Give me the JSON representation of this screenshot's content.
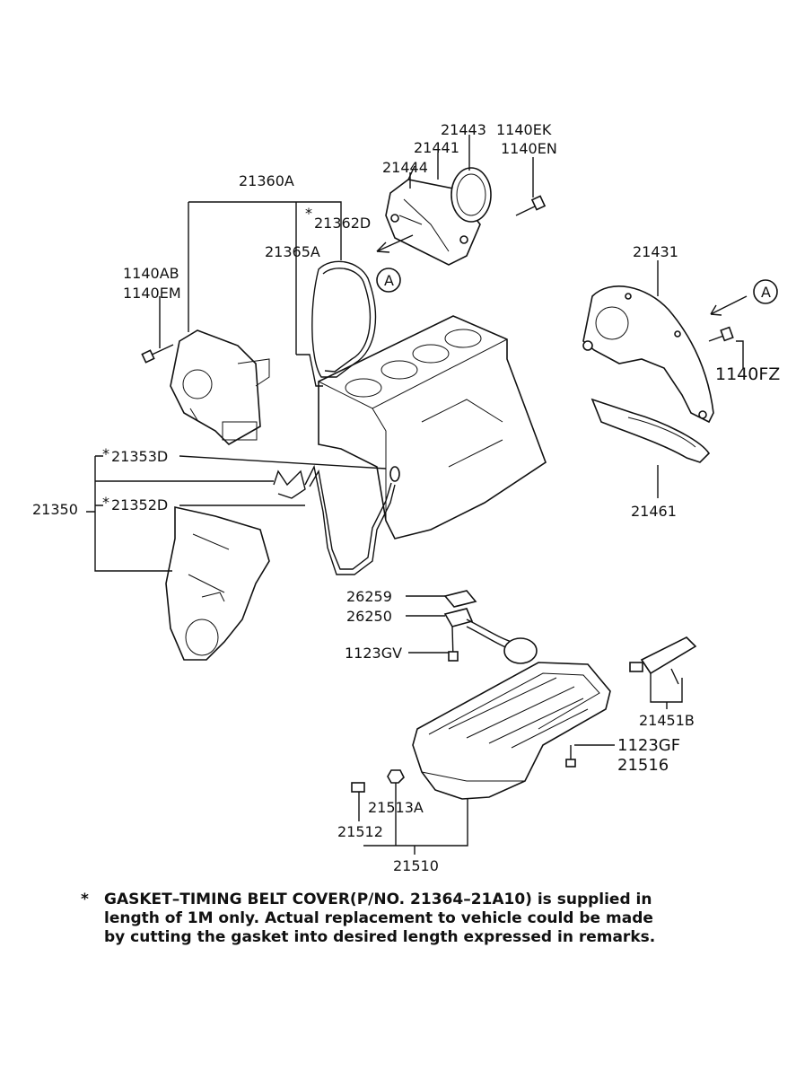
{
  "parts": {
    "p21443": "21443",
    "p1140EK": "1140EK",
    "p21441": "21441",
    "p1140EN": "1140EN",
    "p21444": "21444",
    "p21360A": "21360A",
    "p21362D": "21362D",
    "p21365A": "21365A",
    "p21431": "21431",
    "p1140AB": "1140AB",
    "p1140EM": "1140EM",
    "p1140FZ": "1140FZ",
    "p21353D": "21353D",
    "p21350": "21350",
    "p21352D": "21352D",
    "p21461": "21461",
    "p26259": "26259",
    "p26250": "26250",
    "p1123GV": "1123GV",
    "p1123GF": "1123GF",
    "p21451B": "21451B",
    "p21516": "21516",
    "p21513A": "21513A",
    "p21512": "21512",
    "p21510": "21510"
  },
  "markers": {
    "view_a": "A",
    "asterisk": "*"
  },
  "footnote": {
    "marker": "*",
    "line1": "GASKET–TIMING BELT COVER(P/NO. 21364–21A10) is supplied in",
    "line2": "length of 1M only. Actual replacement to vehicle could be made",
    "line3": "by cutting the gasket into desired length expressed in remarks."
  }
}
